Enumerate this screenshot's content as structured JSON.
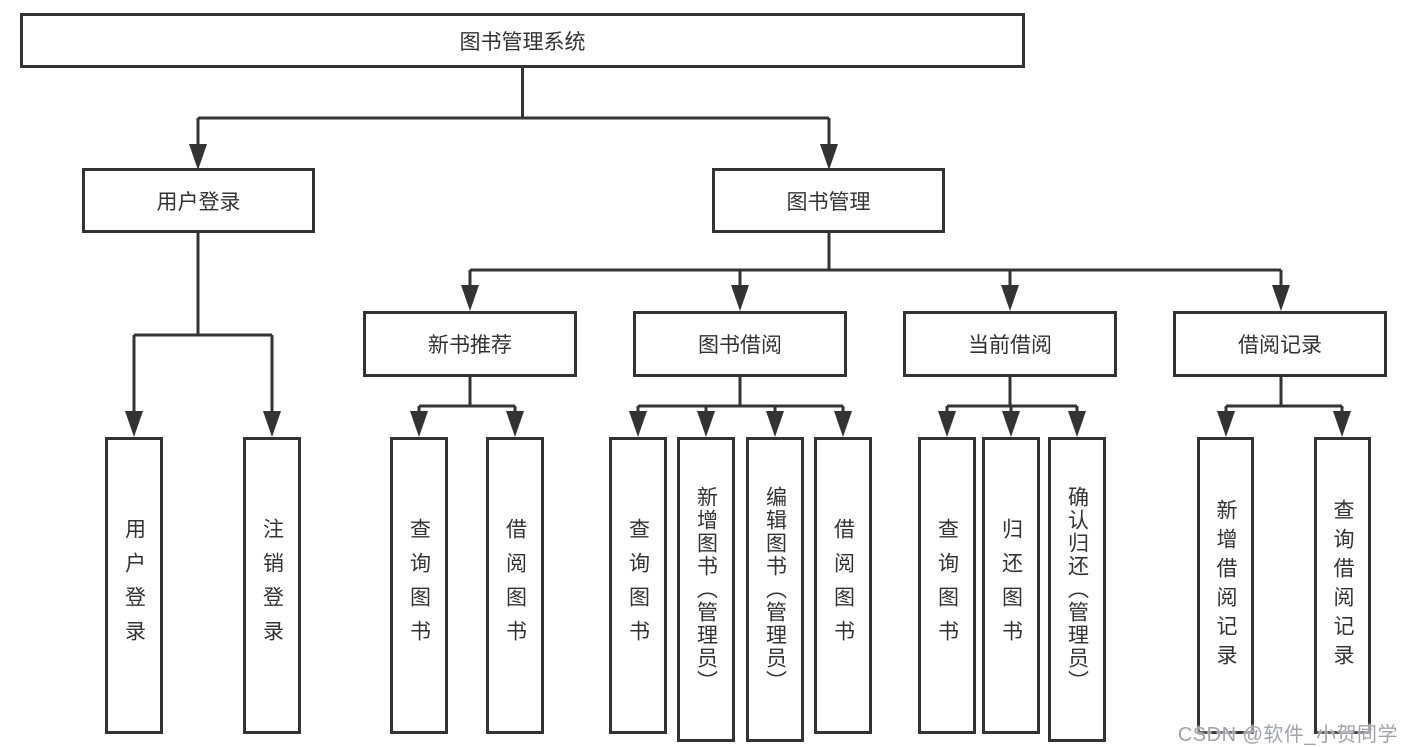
{
  "diagram": {
    "root": {
      "label": "图书管理系统"
    },
    "level2": [
      {
        "label": "用户登录",
        "leaves": [
          {
            "label": "用户登录"
          },
          {
            "label": "注销登录"
          }
        ]
      },
      {
        "label": "图书管理",
        "children": [
          {
            "label": "新书推荐",
            "leaves": [
              {
                "label": "查询图书"
              },
              {
                "label": "借阅图书"
              }
            ]
          },
          {
            "label": "图书借阅",
            "leaves": [
              {
                "label": "查询图书"
              },
              {
                "label": "新增图书（管理员）"
              },
              {
                "label": "编辑图书（管理员）"
              },
              {
                "label": "借阅图书"
              }
            ]
          },
          {
            "label": "当前借阅",
            "leaves": [
              {
                "label": "查询图书"
              },
              {
                "label": "归还图书"
              },
              {
                "label": "确认归还（管理员）"
              }
            ]
          },
          {
            "label": "借阅记录",
            "leaves": [
              {
                "label": "新增借阅记录"
              },
              {
                "label": "查询借阅记录"
              }
            ]
          }
        ]
      }
    ]
  },
  "watermark": {
    "text": "CSDN @软件_小贺同学"
  },
  "colors": {
    "line": "#333333",
    "text": "#333333",
    "background": "#ffffff",
    "watermark": "#9fa3ab"
  }
}
